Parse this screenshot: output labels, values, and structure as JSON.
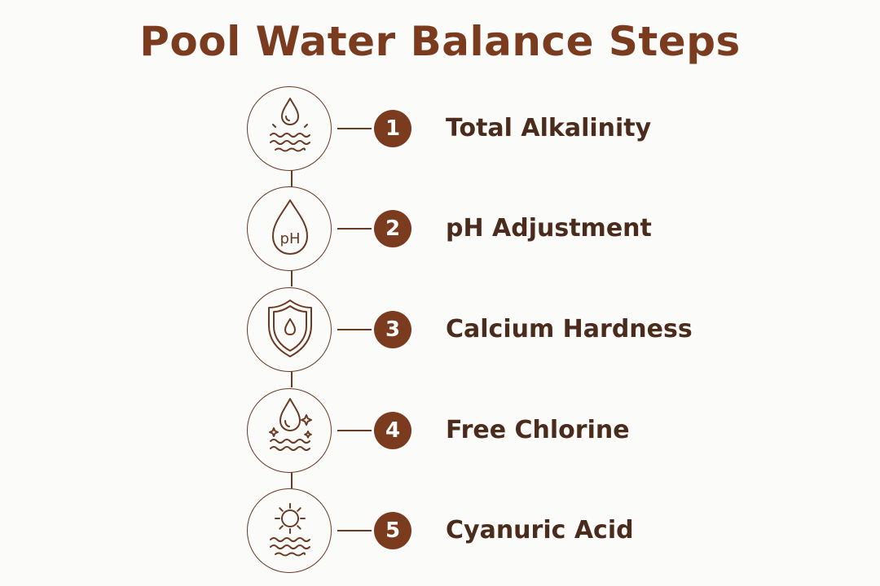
{
  "title": "Pool Water Balance Steps",
  "accent_color": "#7b3b1e",
  "text_color": "#4a2b1c",
  "steps": [
    {
      "number": "1",
      "label": "Total Alkalinity",
      "icon": "water-drop-waves-icon"
    },
    {
      "number": "2",
      "label": "pH Adjustment",
      "icon": "ph-drop-icon",
      "icon_text": "pH"
    },
    {
      "number": "3",
      "label": "Calcium Hardness",
      "icon": "shield-drop-icon"
    },
    {
      "number": "4",
      "label": "Free Chlorine",
      "icon": "sparkle-drop-icon"
    },
    {
      "number": "5",
      "label": "Cyanuric Acid",
      "icon": "sun-waves-icon"
    }
  ]
}
